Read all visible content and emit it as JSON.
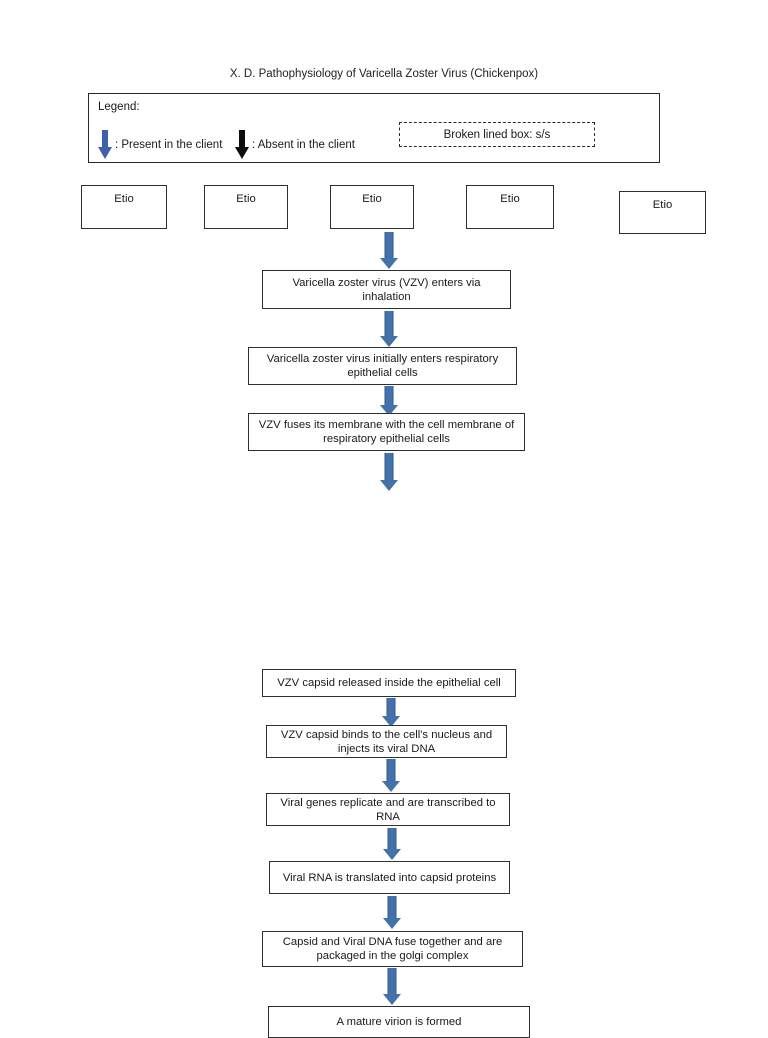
{
  "page": {
    "title": "X. D. Pathophysiology of Varicella Zoster Virus (Chickenpox)",
    "background_color": "#ffffff"
  },
  "legend": {
    "heading": "Legend:",
    "entries": [
      {
        "arrow_color": "#3d62a8",
        "arrow_name": "blue-down-arrow",
        "label": ": Present in the client"
      },
      {
        "arrow_color": "#0d0d0d",
        "arrow_name": "black-down-arrow",
        "label": ": Absent in the client"
      }
    ],
    "dashed_box_label": "Broken lined box: s/s"
  },
  "etiology_boxes": [
    {
      "label": "Etio"
    },
    {
      "label": "Etio"
    },
    {
      "label": "Etio"
    },
    {
      "label": "Etio"
    },
    {
      "label": "Etio"
    }
  ],
  "flow_steps": [
    {
      "label": "Varicella zoster virus (VZV) enters via inhalation"
    },
    {
      "label": "Varicella zoster virus initially enters respiratory epithelial cells"
    },
    {
      "label": "VZV fuses its membrane with the cell membrane of respiratory epithelial cells"
    },
    {
      "label": "VZV capsid released inside the epithelial cell"
    },
    {
      "label": "VZV capsid binds to the cell's nucleus and injects its viral DNA"
    },
    {
      "label": "Viral genes replicate and are transcribed to RNA"
    },
    {
      "label": "Viral RNA is translated into capsid proteins"
    },
    {
      "label": "Capsid and Viral DNA fuse together and are packaged in the golgi complex"
    },
    {
      "label": "A mature virion is formed"
    }
  ],
  "arrow_color": "#4472a8"
}
